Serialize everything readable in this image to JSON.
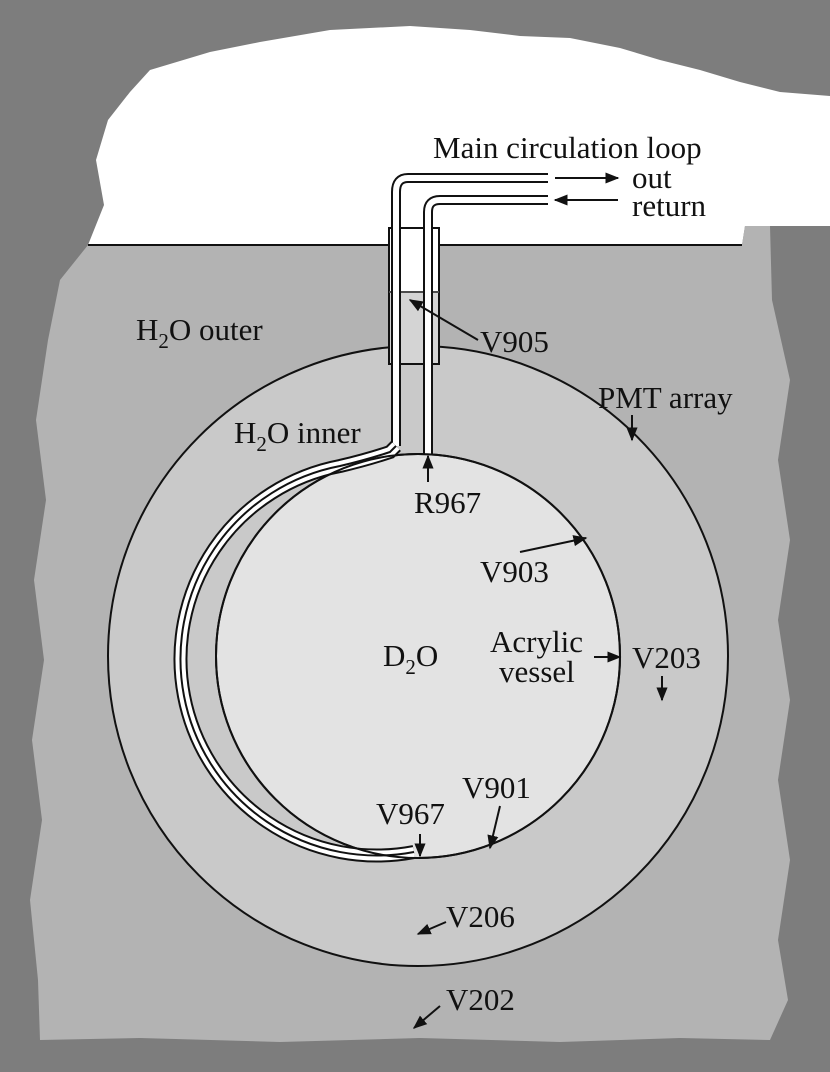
{
  "labels": {
    "main_loop": "Main circulation loop",
    "out": "out",
    "return": "return",
    "h2o_outer_prefix": "H",
    "h2o_outer_sub": "2",
    "h2o_outer_suffix": "O outer",
    "h2o_inner_prefix": "H",
    "h2o_inner_sub": "2",
    "h2o_inner_suffix": "O inner",
    "d2o_prefix": "D",
    "d2o_sub": "2",
    "d2o_suffix": "O",
    "pmt_array": "PMT array",
    "acrylic": "Acrylic",
    "vessel": "vessel",
    "v905": "V905",
    "r967": "R967",
    "v903": "V903",
    "v203": "V203",
    "v901": "V901",
    "v967": "V967",
    "v206": "V206",
    "v202": "V202"
  },
  "colors": {
    "rock": "#7d7d7d",
    "cavity_air": "#ffffff",
    "h2o_outer": "#b3b3b3",
    "h2o_inner": "#c9c9c9",
    "d2o": "#e3e3e3",
    "lines": "#111111"
  }
}
